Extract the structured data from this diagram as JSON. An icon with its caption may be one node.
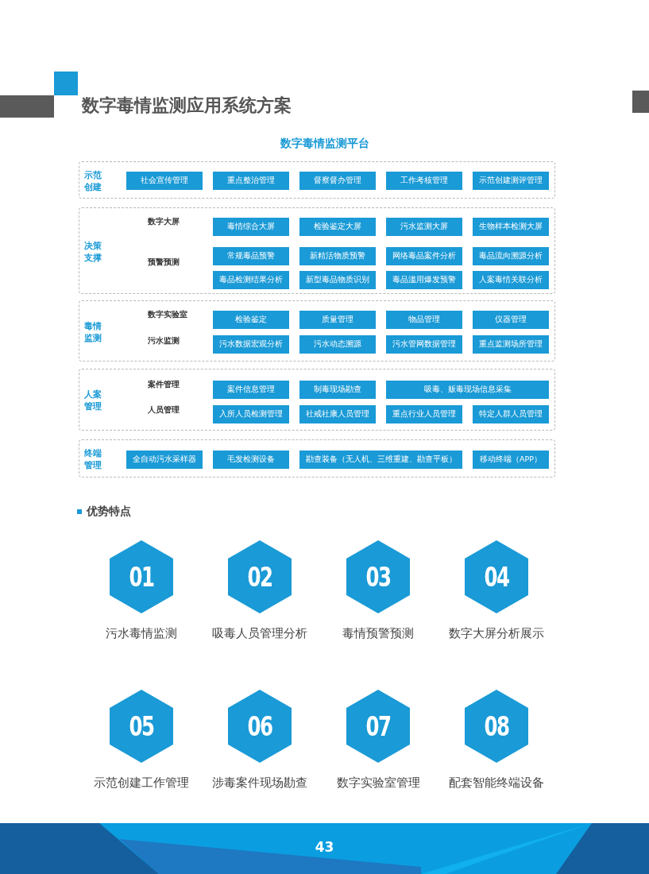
{
  "diagram": {
    "title": "数字毒情监测应用系统方案",
    "nodes": [
      {
        "text": [
          "示范创建"
        ]
      },
      {
        "text": [
          "社会宣传管理"
        ],
        "in": 0
      },
      {
        "text": [
          "重点整治管理"
        ],
        "in": 0
      },
      {
        "text": [
          "督察督办管理"
        ],
        "in": 0
      },
      {
        "text": [
          "工作考核管理"
        ],
        "in": 0
      },
      {
        "text": [
          "示范创建测评管理"
        ],
        "in": 0
      },
      {
        "text": [
          "决策支撑",
          "数字大屏",
          "预警预测"
        ]
      },
      {
        "text": [
          "毒情综合大屏"
        ],
        "in": 6
      },
      {
        "text": [
          "检验鉴定大屏"
        ],
        "in": 6
      },
      {
        "text": [
          "污水监测大屏"
        ],
        "in": 6
      },
      {
        "text": [
          "生物样本检测大屏"
        ],
        "in": 6
      },
      {
        "text": [
          "常规毒品预警"
        ],
        "in": 6
      },
      {
        "text": [
          "新精活物质预警"
        ],
        "in": 6
      },
      {
        "text": [
          "网络毒品案件分析"
        ],
        "in": 6
      },
      {
        "text": [
          "毒品流向溯源分析"
        ],
        "in": 6
      },
      {
        "text": [
          "毒品检测结果分析"
        ],
        "in": 6
      },
      {
        "text": [
          "新型毒品物质识别"
        ],
        "in": 6
      },
      {
        "text": [
          "毒品滥用爆发预警"
        ],
        "in": 6
      },
      {
        "text": [
          "人案毒情关联分析"
        ],
        "in": 6
      },
      {
        "text": [
          "毒情监测",
          "数字实验室",
          "污水监测"
        ]
      },
      {
        "text": [
          "检验鉴定"
        ],
        "in": 19
      },
      {
        "text": [
          "质量管理"
        ],
        "in": 19
      },
      {
        "text": [
          "物品管理"
        ],
        "in": 19
      },
      {
        "text": [
          "仪器管理"
        ],
        "in": 19
      },
      {
        "text": [
          "污水数据宏观分析"
        ],
        "in": 19
      },
      {
        "text": [
          "污水动态溯源"
        ],
        "in": 19
      },
      {
        "text": [
          "污水管网数据管理"
        ],
        "in": 19
      },
      {
        "text": [
          "重点监测场所管理"
        ],
        "in": 19
      },
      {
        "text": [
          "人案管理",
          "案件管理",
          "人员管理"
        ]
      },
      {
        "text": [
          "案件信息管理"
        ],
        "in": 28
      },
      {
        "text": [
          "制毒现场勘查"
        ],
        "in": 28
      },
      {
        "text": [
          "吸毒、贩毒现场信息采集"
        ],
        "in": 28
      },
      {
        "text": [
          "入所人员检测管理"
        ],
        "in": 28
      },
      {
        "text": [
          "社戒社康人员管理"
        ],
        "in": 28
      },
      {
        "text": [
          "重点行业人员管理"
        ],
        "in": 28
      },
      {
        "text": [
          "特定人群人员管理"
        ],
        "in": 28
      },
      {
        "text": [
          "终端管理"
        ]
      },
      {
        "text": [
          "全自动污水采样器"
        ],
        "in": 36
      },
      {
        "text": [
          "毛发检测设备"
        ],
        "in": 36
      },
      {
        "text": [
          "勘查装备（无人机、三维重建、勘查平板）"
        ],
        "in": 36
      },
      {
        "text": [
          "移动终端（APP）"
        ],
        "in": 36
      },
      {
        "text": [
          "01"
        ],
        "beside": [
          "污水毒情监测"
        ]
      },
      {
        "text": [
          "02"
        ],
        "beside": [
          "吸毒人员管理分析"
        ]
      },
      {
        "text": [
          "03"
        ],
        "beside": [
          "毒情预警预测"
        ]
      },
      {
        "text": [
          "04"
        ],
        "beside": [
          "数字大屏分析展示"
        ]
      },
      {
        "text": [
          "05"
        ],
        "beside": [
          "示范创建工作管理"
        ]
      },
      {
        "text": [
          "06"
        ],
        "beside": [
          "涉毒案件现场勘查"
        ]
      },
      {
        "text": [
          "07"
        ],
        "beside": [
          "数字实验室管理"
        ]
      },
      {
        "text": [
          "08"
        ],
        "beside": [
          "配套智能终端设备"
        ]
      }
    ],
    "labels": [
      "数字毒情监测平台",
      "优势特点",
      "43"
    ]
  }
}
